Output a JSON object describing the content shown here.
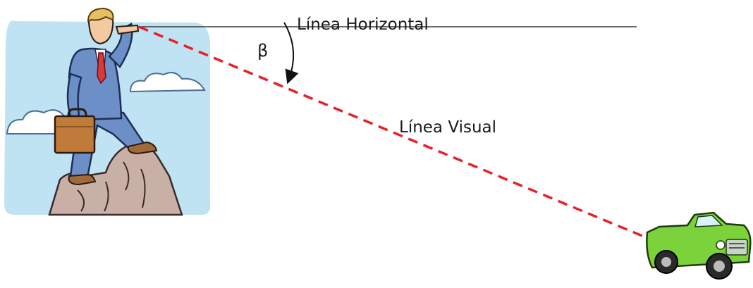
{
  "labels": {
    "horizontal_line": "Línea Horizontal",
    "visual_line": "Línea Visual",
    "angle": "β"
  },
  "colors": {
    "sight_line": "#e8202a",
    "horizontal_line": "#3a3a3a",
    "sky": "#bfe3f2",
    "suit": "#6d8fc7",
    "car": "#7cd23a",
    "briefcase": "#c07a3a",
    "rock": "#c9b0a6"
  },
  "icons": {
    "observer": "businessman-on-rock-icon",
    "target": "green-pickup-truck-icon"
  }
}
